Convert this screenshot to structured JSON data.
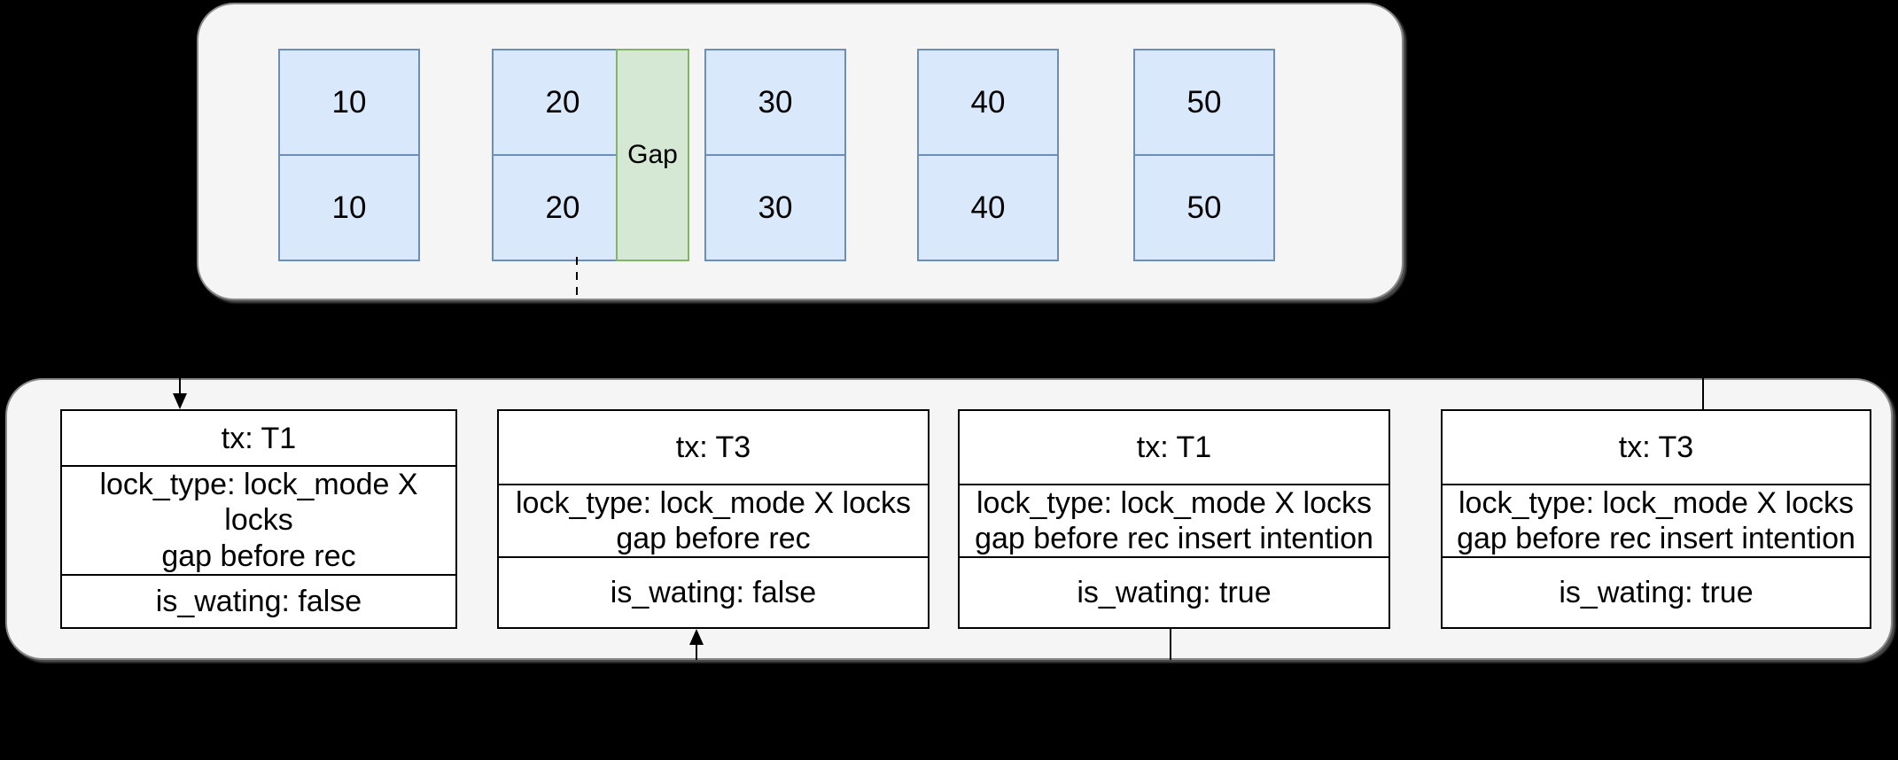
{
  "index_panel": {
    "gap_label": "Gap",
    "records": [
      {
        "name": "record-10",
        "rows": [
          "10",
          "10"
        ]
      },
      {
        "name": "record-20",
        "rows": [
          "20",
          "20"
        ]
      },
      {
        "name": "record-30",
        "rows": [
          "30",
          "30"
        ]
      },
      {
        "name": "record-40",
        "rows": [
          "40",
          "40"
        ]
      },
      {
        "name": "record-50",
        "rows": [
          "50",
          "50"
        ]
      }
    ]
  },
  "lock_panel": {
    "boxes": [
      {
        "tx": "tx: T1",
        "lock_lines": [
          "lock_type: lock_mode X locks",
          "gap before rec"
        ],
        "waiting": "is_wating: false"
      },
      {
        "tx": "tx: T3",
        "lock_lines": [
          "lock_type: lock_mode X locks",
          "gap before rec"
        ],
        "waiting": "is_wating: false"
      },
      {
        "tx": "tx: T1",
        "lock_lines": [
          "lock_type: lock_mode X locks",
          "gap before rec insert intention"
        ],
        "waiting": "is_wating: true"
      },
      {
        "tx": "tx: T3",
        "lock_lines": [
          "lock_type: lock_mode X locks",
          "gap before rec insert intention"
        ],
        "waiting": "is_wating: true"
      }
    ]
  },
  "colors": {
    "background": "#000000",
    "panel_fill": "#f5f5f5",
    "panel_border": "#8a8a8a",
    "record_fill": "#dae8fc",
    "record_border": "#6c8ebf",
    "gap_fill": "#d5e8d4",
    "gap_border": "#82b366",
    "lock_box_fill": "#ffffff",
    "line": "#000000"
  }
}
